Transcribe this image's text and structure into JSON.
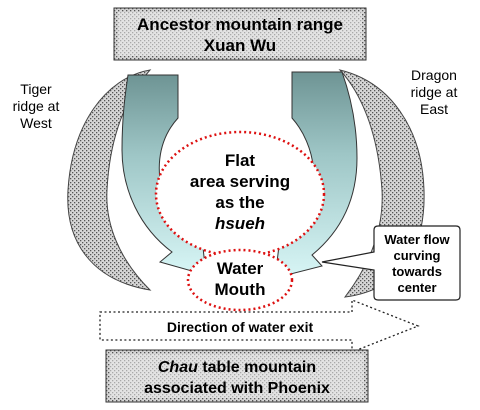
{
  "top_box": {
    "line1": "Ancestor mountain range",
    "line2": "Xuan Wu"
  },
  "tiger": {
    "line1": "Tiger",
    "line2": "ridge at",
    "line3": "West"
  },
  "dragon": {
    "line1": "Dragon",
    "line2": "ridge at",
    "line3": "East"
  },
  "flat_area": {
    "line1": "Flat",
    "line2": "area serving",
    "line3": "as the",
    "line4": "hsueh"
  },
  "water_mouth": {
    "line1": "Water",
    "line2": "Mouth"
  },
  "water_flow": {
    "line1": "Water flow",
    "line2": "curving",
    "line3": "towards",
    "line4": "center"
  },
  "exit_arrow": {
    "label": "Direction of water exit"
  },
  "bottom_box": {
    "line1_italic": "Chau",
    "line1_rest": " table mountain",
    "line2": "associated with Phoenix"
  }
}
